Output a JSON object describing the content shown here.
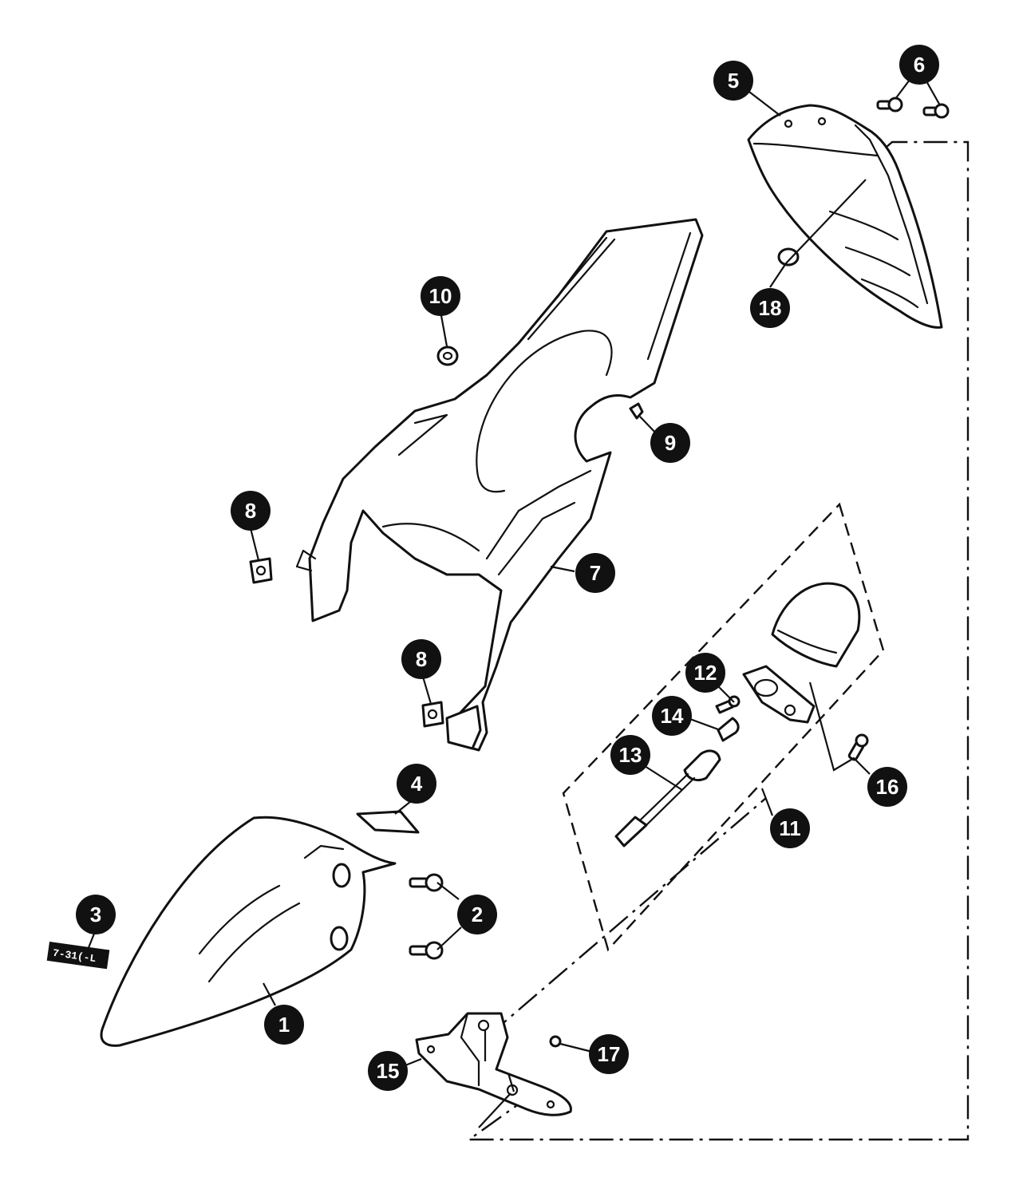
{
  "diagram": {
    "callouts": [
      {
        "id": "1",
        "label": "1"
      },
      {
        "id": "2",
        "label": "2"
      },
      {
        "id": "3",
        "label": "3"
      },
      {
        "id": "4",
        "label": "4"
      },
      {
        "id": "5",
        "label": "5"
      },
      {
        "id": "6",
        "label": "6"
      },
      {
        "id": "7",
        "label": "7"
      },
      {
        "id": "8a",
        "label": "8"
      },
      {
        "id": "8b",
        "label": "8"
      },
      {
        "id": "9",
        "label": "9"
      },
      {
        "id": "10",
        "label": "10"
      },
      {
        "id": "11",
        "label": "11"
      },
      {
        "id": "12",
        "label": "12"
      },
      {
        "id": "13",
        "label": "13"
      },
      {
        "id": "14",
        "label": "14"
      },
      {
        "id": "15",
        "label": "15"
      },
      {
        "id": "16",
        "label": "16"
      },
      {
        "id": "17",
        "label": "17"
      },
      {
        "id": "18",
        "label": "18"
      }
    ],
    "decal": {
      "text": "7-31(-L"
    },
    "colors": {
      "ink": "#111111",
      "paper": "#ffffff"
    }
  }
}
